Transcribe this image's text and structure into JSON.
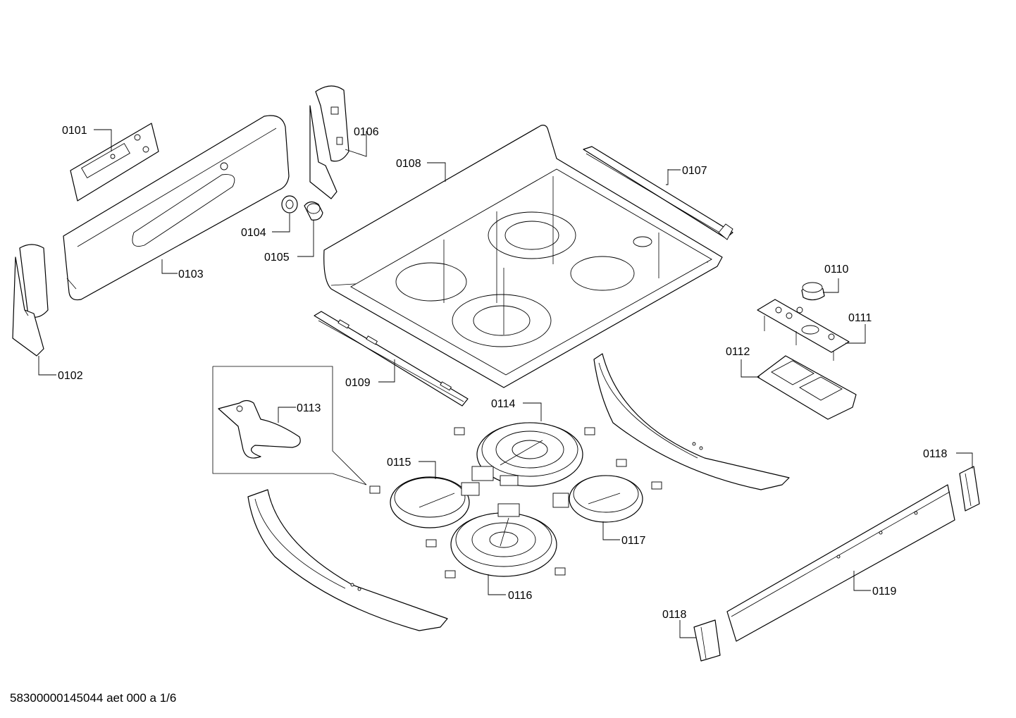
{
  "labels": {
    "p0101": "0101",
    "p0102": "0102",
    "p0103": "0103",
    "p0104": "0104",
    "p0105": "0105",
    "p0106": "0106",
    "p0107": "0107",
    "p0108": "0108",
    "p0109": "0109",
    "p0110": "0110",
    "p0111": "0111",
    "p0112": "0112",
    "p0113": "0113",
    "p0114": "0114",
    "p0115": "0115",
    "p0116": "0116",
    "p0117": "0117",
    "p0118a": "0118",
    "p0118b": "0118",
    "p0119": "0119"
  },
  "footer": "58300000145044 aet 000 a 1/6"
}
